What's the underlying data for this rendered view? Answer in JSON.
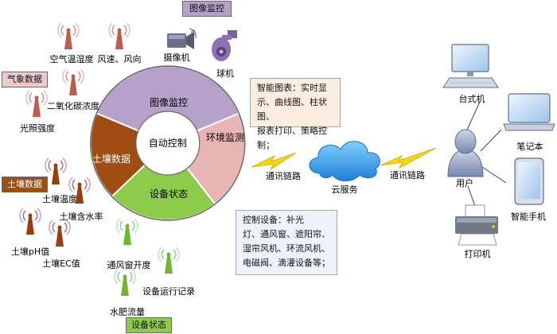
{
  "wheel": {
    "center": "自动控制",
    "segments": [
      {
        "id": "image",
        "label": "图像监控",
        "color": "#b6a1c9"
      },
      {
        "id": "env",
        "label": "环境监测",
        "color": "#e8b4b4"
      },
      {
        "id": "device",
        "label": "设备状态",
        "color": "#8dcc4a"
      },
      {
        "id": "soil",
        "label": "土壤数据",
        "color": "#a04d12"
      }
    ]
  },
  "tags": {
    "image": "图像监控",
    "weather": "气象数据",
    "soil": "土壤数据",
    "device": "设备状态"
  },
  "sensors": {
    "air_temp_humidity": "空气温湿度",
    "wind": "风速、风向",
    "co2": "二氧化碳浓度",
    "light": "光照强度",
    "soil_temp": "土壤温度",
    "soil_moisture": "土壤含水率",
    "soil_ph": "土壤pH值",
    "soil_ec": "土壤EC值",
    "vent": "通风窗开度",
    "device_log": "设备运行记录",
    "fertigation": "水肥流量"
  },
  "cameras": {
    "camera": "摄像机",
    "dome": "球机"
  },
  "notes": {
    "charts": [
      "智能图表：实时显",
      "示、曲线图、柱状图、",
      "报表打印、策略控制；"
    ],
    "control": [
      "控制设备：补光",
      "灯、通风窗、遮阳帘、",
      "湿帘风机、环流风机、",
      "电磁阀、滴灌设备等；"
    ]
  },
  "network": {
    "link_left": "通讯链路",
    "link_right": "通讯链路",
    "cloud": "云服务"
  },
  "clients": {
    "user": "用户",
    "desktop": "台式机",
    "laptop": "笔记本",
    "phone": "智能手机",
    "printer": "打印机"
  },
  "colors": {
    "tag_purple": "#b6a1c9",
    "tag_pink": "#f2c9c9",
    "tag_brown": "#a04d12",
    "tag_green": "#8dcc4a",
    "tower_red": "#c25a4a",
    "tower_green": "#7cbf3a",
    "cloud": "#4aa3e8",
    "bolt": "#ffd600"
  },
  "icons": [
    "antenna-tower-icon",
    "camera-icon",
    "dome-camera-icon",
    "cloud-icon",
    "lightning-icon",
    "user-icon",
    "desktop-icon",
    "laptop-icon",
    "phone-icon",
    "printer-icon"
  ]
}
